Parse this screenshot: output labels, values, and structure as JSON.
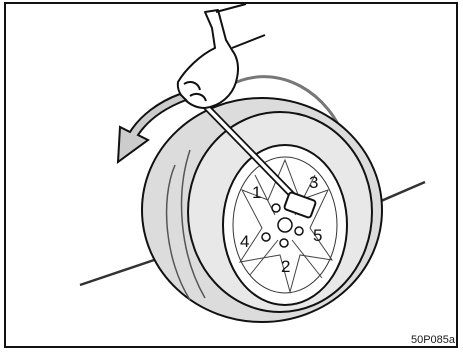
{
  "figure": {
    "code": "50P085a",
    "lug_nut_labels": [
      "1",
      "2",
      "3",
      "4",
      "5"
    ]
  }
}
